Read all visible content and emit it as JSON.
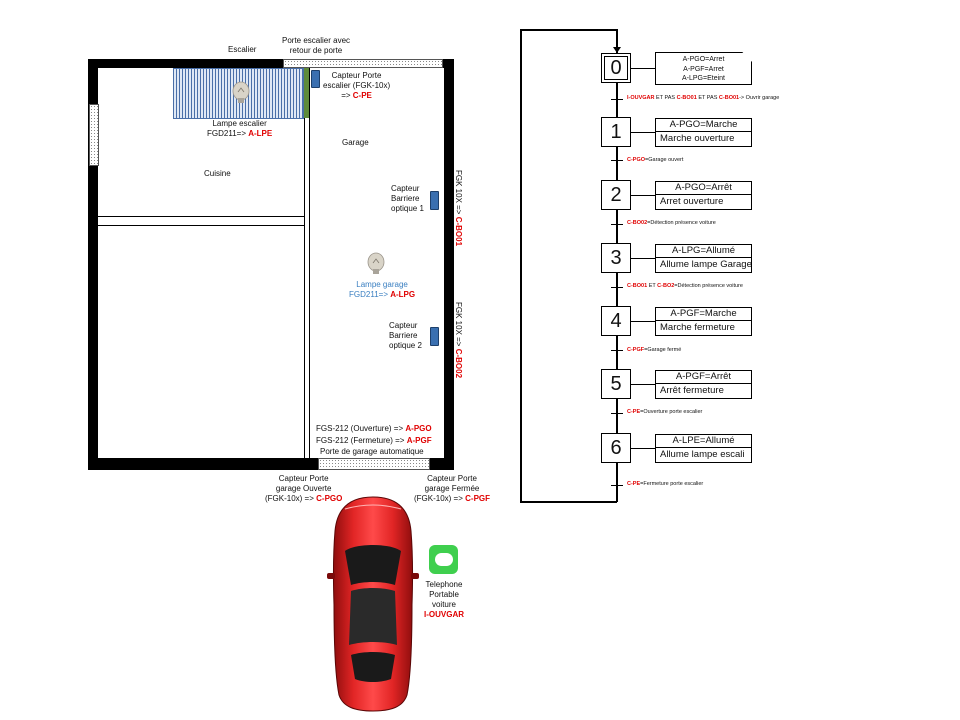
{
  "plan": {
    "escalier_label": "Escalier",
    "porte_escalier_label": [
      "Porte escalier avec",
      "retour de porte"
    ],
    "capteur_porte_escalier": [
      "Capteur Porte",
      "escalier (FGK-10x)",
      "=> ",
      "C-PE"
    ],
    "lampe_escalier": [
      "Lampe escalier",
      "FGD211=> ",
      "A-LPE"
    ],
    "garage_label": "Garage",
    "cuisine_label": "Cuisine",
    "barriere1": [
      "Capteur",
      "Barriere",
      "optique 1"
    ],
    "barriere1_vertical": [
      "FGK 10X => ",
      "C-BO01"
    ],
    "lampe_garage": [
      "Lampe garage",
      "FGD211=> ",
      "A-LPG"
    ],
    "barriere2": [
      "Capteur",
      "Barriere",
      "optique 2"
    ],
    "barriere2_vertical": [
      "FGK 10X => ",
      "C-BO02"
    ],
    "fgs_ouverture": [
      "FGS-212 (Ouverture) => ",
      "A-PGO"
    ],
    "fgs_fermeture": [
      "FGS-212 (Fermeture) => ",
      "A-PGF"
    ],
    "porte_garage_auto": "Porte de garage automatique",
    "capteur_ouverte": [
      "Capteur Porte",
      "garage Ouverte",
      "(FGK-10x) => ",
      "C-PGO"
    ],
    "capteur_fermee": [
      "Capteur Porte",
      "garage Fermée",
      "(FGK-10x) => ",
      "C-PGF"
    ],
    "telephone": [
      "Telephone",
      "Portable",
      "voiture",
      "I-OUVGAR"
    ]
  },
  "grafcet": {
    "steps": [
      {
        "num": "0",
        "action_lines": [
          "A-PGO=Arret",
          "A-PGF=Arret",
          "A-LPG=Eteint"
        ]
      },
      {
        "num": "1",
        "action": "A-PGO=Marche",
        "desc": "Marche ouverture"
      },
      {
        "num": "2",
        "action": "A-PGO=Arrêt",
        "desc": "Arret ouverture"
      },
      {
        "num": "3",
        "action": "A-LPG=Allumé",
        "desc": "Allume lampe Garage"
      },
      {
        "num": "4",
        "action": "A-PGF=Marche",
        "desc": "Marche fermeture"
      },
      {
        "num": "5",
        "action": "A-PGF=Arrêt",
        "desc": "Arrêt fermeture"
      },
      {
        "num": "6",
        "action": "A-LPE=Allumé",
        "desc": "Allume lampe escali"
      }
    ],
    "transitions": [
      {
        "parts": [
          [
            "I-OUVGAR",
            true
          ],
          [
            " ET PAS ",
            false
          ],
          [
            "C-BO01",
            true
          ],
          [
            " ET PAS ",
            false
          ],
          [
            "C-BO01",
            true
          ],
          [
            "-> Ouvrir garage",
            false
          ]
        ]
      },
      {
        "parts": [
          [
            "C-PGO",
            true
          ],
          [
            "=Garage ouvert",
            false
          ]
        ]
      },
      {
        "parts": [
          [
            "C-BO02",
            true
          ],
          [
            "=Détection présence voiture",
            false
          ]
        ]
      },
      {
        "parts": [
          [
            "C-BO01",
            true
          ],
          [
            " ET ",
            false
          ],
          [
            "C-BO2",
            true
          ],
          [
            "=Détection présence voiture",
            false
          ]
        ]
      },
      {
        "parts": [
          [
            "C-PGF",
            true
          ],
          [
            "=Garage fermé",
            false
          ]
        ]
      },
      {
        "parts": [
          [
            "C-PE",
            true
          ],
          [
            "=Ouverture porte escalier",
            false
          ]
        ]
      },
      {
        "parts": [
          [
            "C-PE",
            true
          ],
          [
            "=Fermeture porte escalier",
            false
          ]
        ]
      }
    ]
  }
}
